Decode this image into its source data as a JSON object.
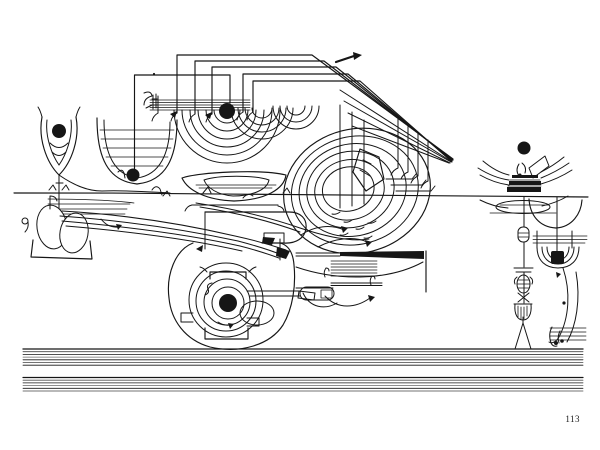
{
  "page": {
    "kind": "graphic-notation-score-page",
    "page_number": "113",
    "paper_color": "#ffffff",
    "ink_color": "#161616"
  },
  "motifs": [
    "funnel-teardrop-with-dot",
    "left-bowl-with-staff-and-dot",
    "nested-brackets-fan",
    "upper-staff-with-clef-and-dot",
    "concentric-arc-fans",
    "large-spiral-with-pentagon",
    "ground-line",
    "double-hull-boat",
    "j-bracket",
    "wavy-flow-band",
    "left-blob-pair-in-box",
    "center-blob-with-spiral-and-frames",
    "wedge-bar-with-mini-staff",
    "right-machine-with-dot-and-sound-waves",
    "hanging-chain-of-vessels",
    "right-dome-with-black-square",
    "right-mini-staff",
    "staff-band-upper",
    "staff-band-lower"
  ]
}
